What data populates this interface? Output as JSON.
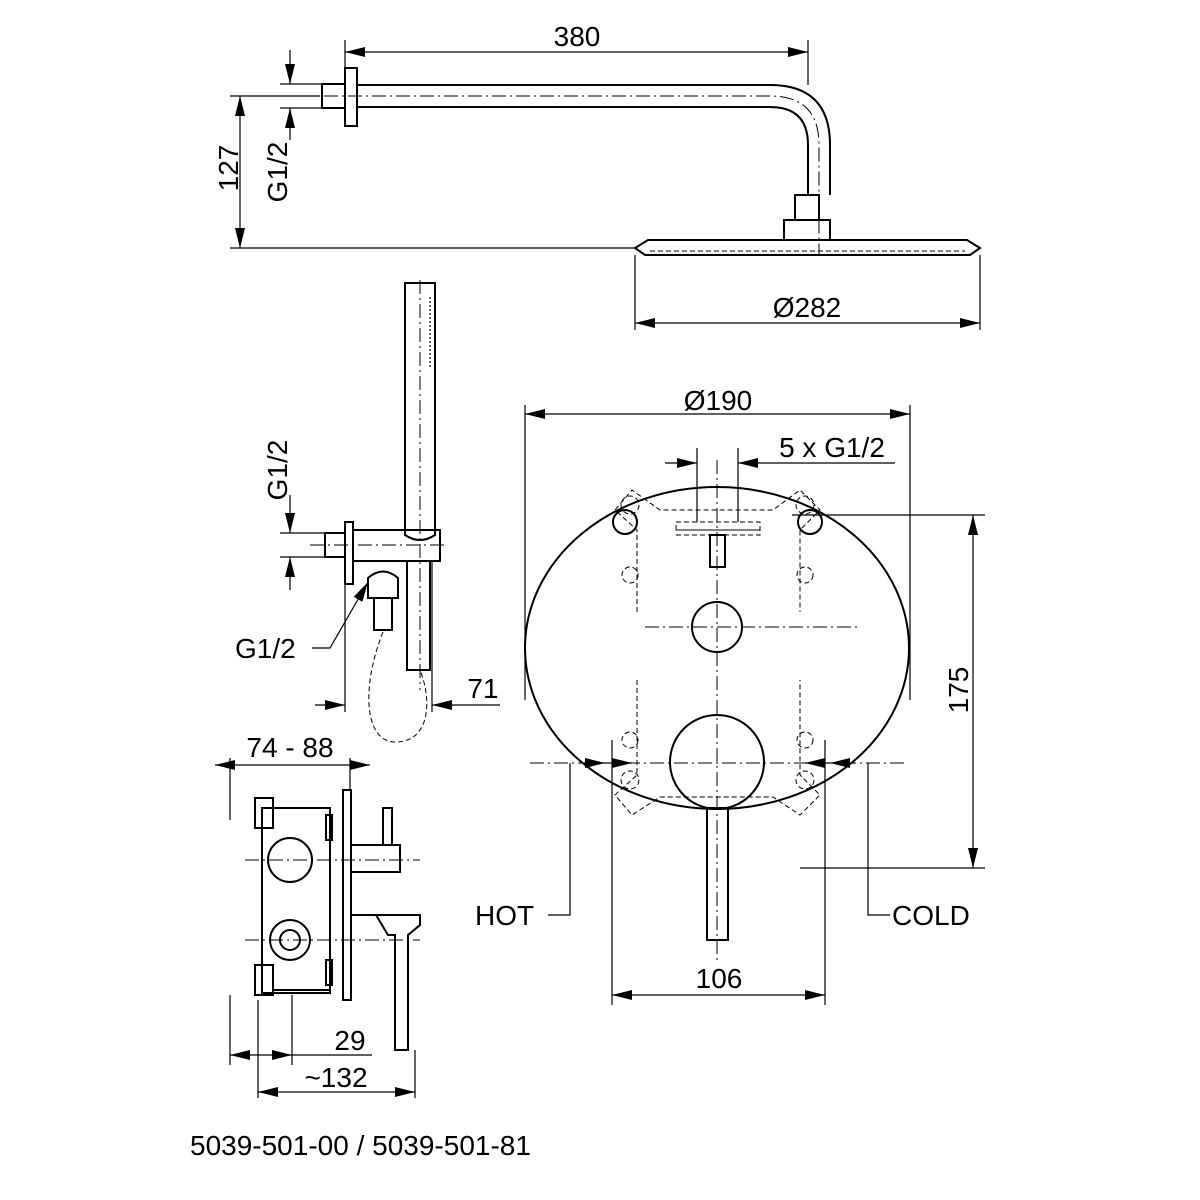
{
  "drawing": {
    "dimensions": {
      "arm_length": "380",
      "arm_height": "127",
      "arm_thread": "G1/2",
      "head_diameter": "Ø282",
      "holder_thread_wall": "G1/2",
      "holder_thread_outlet": "G1/2",
      "holder_depth": "71",
      "box_depth_range": "74 - 88",
      "box_plate_offset": "29",
      "total_depth": "~132",
      "plate_diameter": "Ø190",
      "valve_ports": "5 x G1/2",
      "box_height": "175",
      "box_width": "106"
    },
    "labels": {
      "hot": "HOT",
      "cold": "COLD"
    },
    "article_numbers": "5039-501-00 / 5039-501-81"
  }
}
